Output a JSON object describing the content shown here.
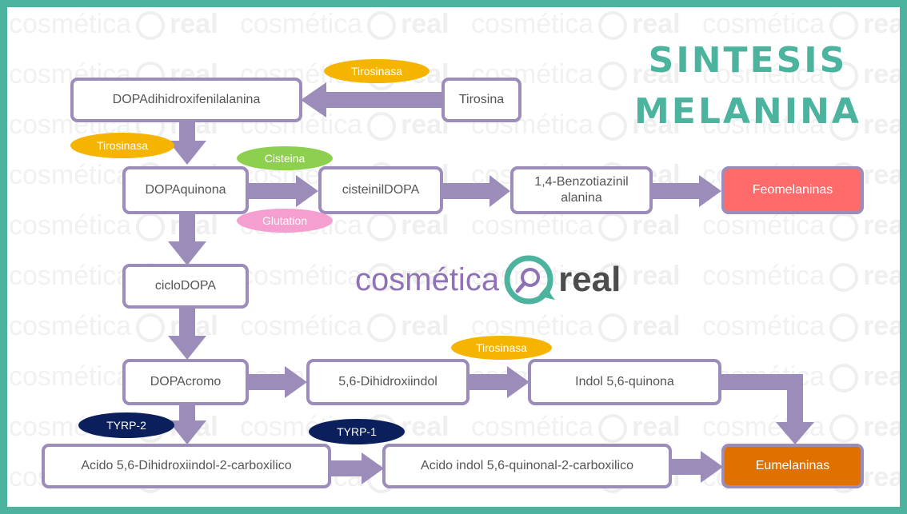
{
  "title": {
    "line1": "SINTESIS",
    "line2": "MELANINA"
  },
  "logo": {
    "text": "cosmética",
    "brand": "real"
  },
  "watermark": {
    "text": "cosmética",
    "brand": "real"
  },
  "nodes": {
    "tirosina": "Tirosina",
    "dopa": "DOPAdihidroxifenilalanina",
    "dopaquinona": "DOPAquinona",
    "cisteinildopa": "cisteinilDOPA",
    "benzotiazinil_line1": "1,4-Benzotiazinil",
    "benzotiazinil_line2": "alanina",
    "feomelaninas": "Feomelaninas",
    "ciclodopa": "cicloDOPA",
    "dopacromo": "DOPAcromo",
    "dihidroxiindol": "5,6-Dihidroxiindol",
    "indolquinona": "Indol 5,6-quinona",
    "acido_carboxilico": "Acido 5,6-Dihidroxiindol-2-carboxilico",
    "acido_quinonal": "Acido indol 5,6-quinonal-2-carboxilico",
    "eumelaninas": "Eumelaninas"
  },
  "enzymes": {
    "tirosinasa_1": "Tirosinasa",
    "tirosinasa_2": "Tirosinasa",
    "cisteina": "Cisteina",
    "glutation": "Glutation",
    "tirosinasa_3": "Tirosinasa",
    "tyrp2": "TYRP-2",
    "tyrp1": "TYRP-1"
  },
  "colors": {
    "frame": "#4bb39e",
    "node_border": "#9b8cb9",
    "arrow": "#9b8cb9",
    "tirosinasa": "#f5b400",
    "cisteina": "#8dcf4f",
    "glutation": "#f59fd0",
    "tyrp": "#0b1f5c",
    "feomelaninas": "#ff6b6b",
    "eumelaninas": "#e07000",
    "title": "#4bb39e"
  }
}
